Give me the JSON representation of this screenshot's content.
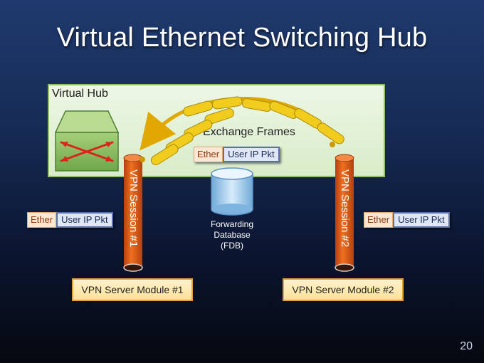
{
  "slide": {
    "title": "Virtual Ethernet Switching Hub",
    "page_number": "20"
  },
  "hub": {
    "label": "Virtual Hub",
    "exchange_label": "Exchange Frames"
  },
  "packets": {
    "ether": "Ether",
    "user": "User IP Pkt"
  },
  "sessions": [
    {
      "label": "VPN Session #1"
    },
    {
      "label": "VPN Session #2"
    }
  ],
  "fdb": {
    "line1": "Forwarding",
    "line2": "Database",
    "line3": "(FDB)"
  },
  "modules": [
    {
      "label": "VPN Server Module #1"
    },
    {
      "label": "VPN Server Module #2"
    }
  ],
  "colors": {
    "hub_fill": "#e4f1d8",
    "tube": "#e05a1b",
    "frame_yellow": "#f2cc1c",
    "arrow_gold": "#e0a800",
    "db_blue": "#8fc3ea"
  }
}
